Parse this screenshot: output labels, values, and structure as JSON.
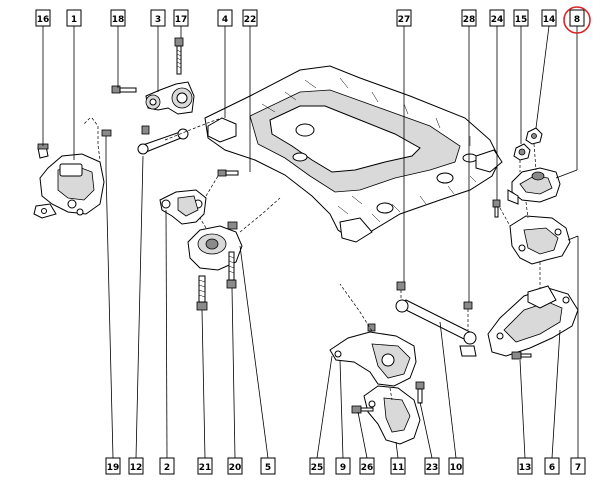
{
  "callouts": {
    "c16a": "16",
    "c1": "1",
    "c18": "18",
    "c3": "3",
    "c17a": "17",
    "c4": "4",
    "c22": "22",
    "c27": "27",
    "c28": "28",
    "c24": "24",
    "c15": "15",
    "c14": "14",
    "c8": "8",
    "c19": "19",
    "c12": "12",
    "c2": "2",
    "c21": "21",
    "c20": "20",
    "c5": "5",
    "c25": "25",
    "c9": "9",
    "c26": "26",
    "c11": "11",
    "c23": "23",
    "c10": "10",
    "c13": "13",
    "c6": "6",
    "c7": "7"
  },
  "highlight": {
    "color": "#d9262a"
  }
}
